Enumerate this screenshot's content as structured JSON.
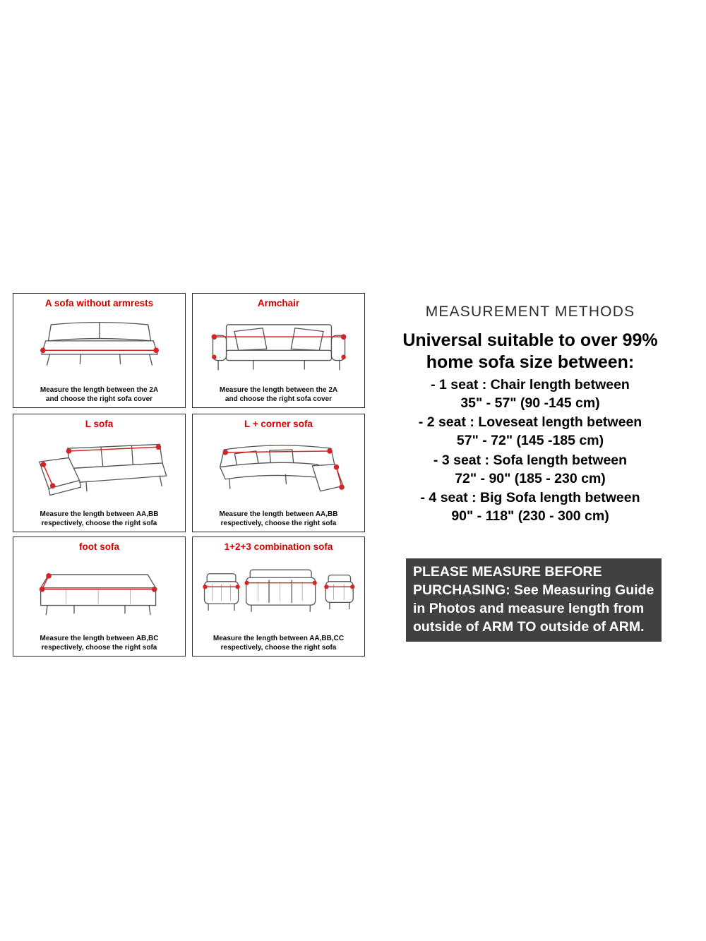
{
  "colors": {
    "title_red": "#d40000",
    "marker_red": "#d22626",
    "notice_bg": "#414141",
    "notice_text": "#ffffff",
    "box_border": "#2b2b2b"
  },
  "panels": [
    {
      "title": "A sofa without armrests",
      "icon": "sofa-no-armrest-icon",
      "caption_line1": "Measure the length between the 2A",
      "caption_line2": "and choose the right sofa cover"
    },
    {
      "title": "Armchair",
      "icon": "armchair-icon",
      "caption_line1": "Measure the length between the 2A",
      "caption_line2": "and choose the right sofa cover"
    },
    {
      "title": "L sofa",
      "icon": "l-sofa-icon",
      "caption_line1": "Measure the length between AA,BB",
      "caption_line2": "respectively, choose the right sofa"
    },
    {
      "title": "L + corner sofa",
      "icon": "l-corner-sofa-icon",
      "caption_line1": "Measure the length between AA,BB",
      "caption_line2": "respectively, choose the right sofa"
    },
    {
      "title": "foot sofa",
      "icon": "foot-sofa-icon",
      "caption_line1": "Measure the length between AB,BC",
      "caption_line2": "respectively, choose the right sofa"
    },
    {
      "title": "1+2+3 combination sofa",
      "icon": "combination-sofa-icon",
      "caption_line1": "Measure the length between AA,BB,CC",
      "caption_line2": "respectively, choose the right sofa"
    }
  ],
  "right": {
    "heading": "MEASUREMENT METHODS",
    "subheading_line1": "Universal suitable to over 99%",
    "subheading_line2": "home sofa size between:",
    "items": [
      {
        "line1": "- 1 seat : Chair length between",
        "line2": "35\" - 57\" (90 -145 cm)"
      },
      {
        "line1": "- 2 seat : Loveseat length between",
        "line2": "57\" - 72\" (145 -185 cm)"
      },
      {
        "line1": "- 3 seat : Sofa length between",
        "line2": "72\" - 90\" (185 - 230 cm)"
      },
      {
        "line1": "- 4 seat : Big Sofa length between",
        "line2": "90\" - 118\" (230 - 300 cm)"
      }
    ],
    "notice_lines": [
      "PLEASE MEASURE BEFORE",
      "PURCHASING: See Measuring Guide",
      "in Photos and measure length from",
      "outside of ARM TO outside of ARM."
    ]
  }
}
